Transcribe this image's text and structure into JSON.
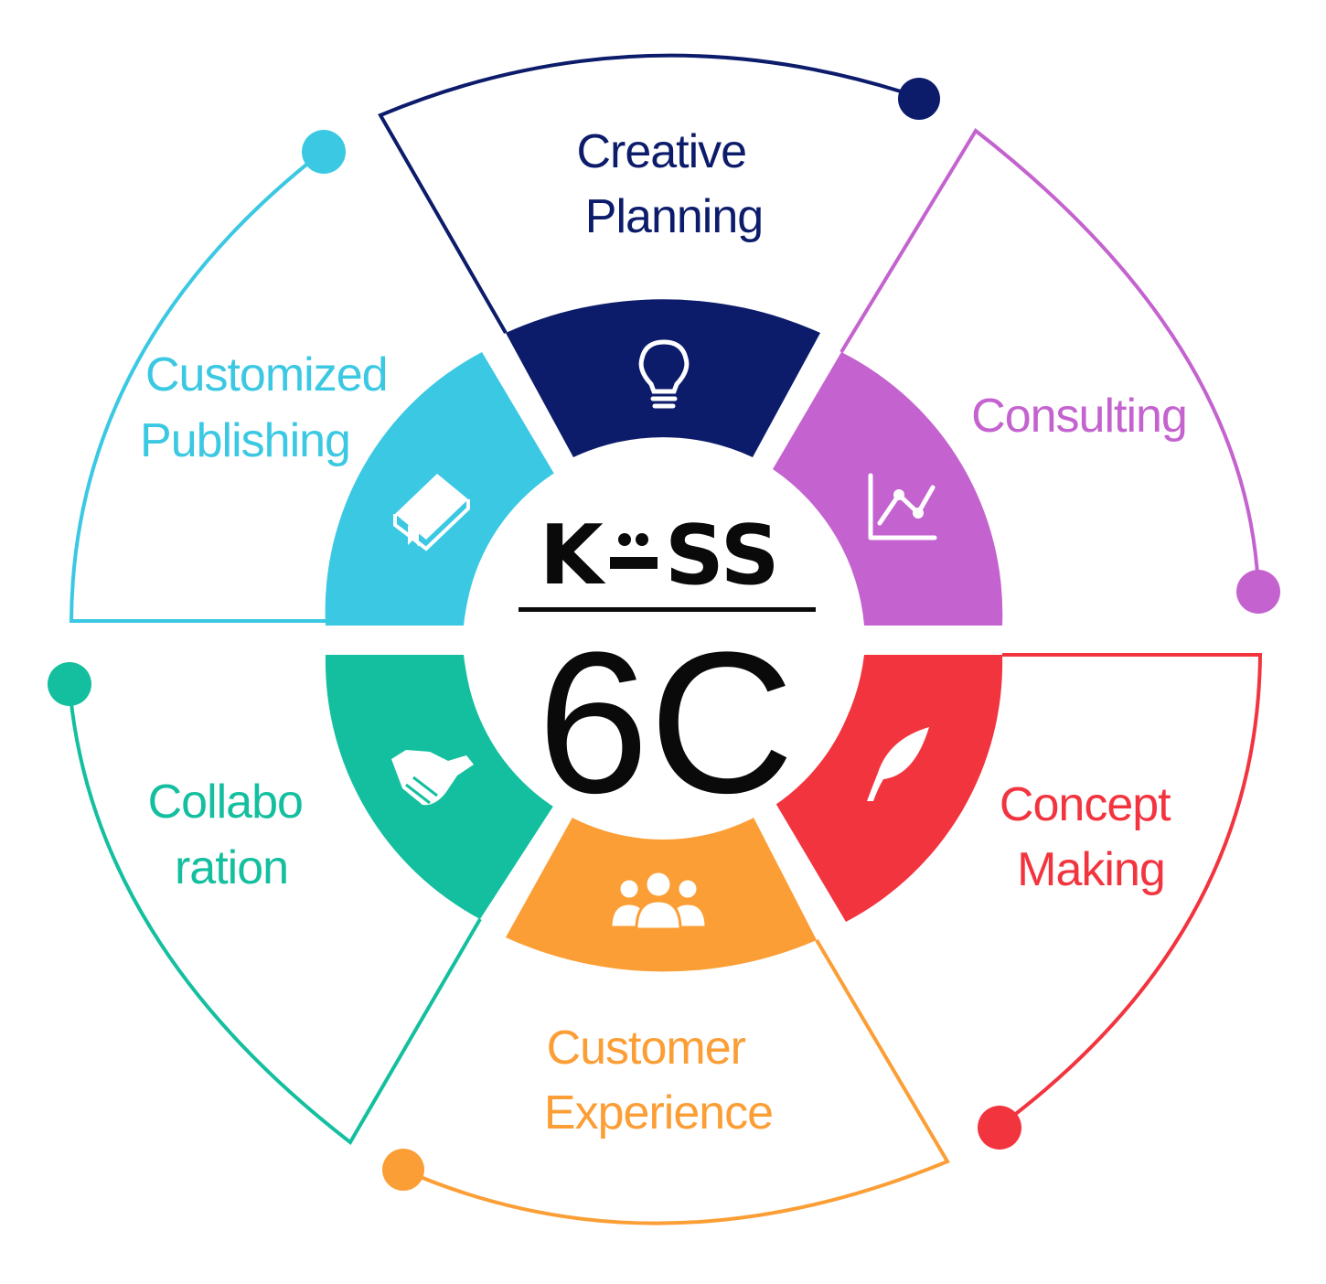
{
  "brand": {
    "word_left": "K",
    "word_right": "SS",
    "model": "6C"
  },
  "colors": {
    "creative_planning": "#0c1c6b",
    "consulting": "#c463cf",
    "concept_making": "#f2343f",
    "customer_experience": "#fb9e35",
    "collaboration": "#14bf9f",
    "customized_publishing": "#3bc8e3",
    "center_text": "#0a0a0a"
  },
  "segments": {
    "creative_planning": {
      "line1": "Creative",
      "line2": "Planning",
      "icon": "lightbulb-icon"
    },
    "consulting": {
      "line1": "Consulting",
      "icon": "line-chart-icon"
    },
    "concept_making": {
      "line1": "Concept",
      "line2": "Making",
      "icon": "feather-icon"
    },
    "customer_experience": {
      "line1": "Customer",
      "line2": "Experience",
      "icon": "people-group-icon"
    },
    "collaboration": {
      "line1": "Collabo",
      "line2": "ration",
      "icon": "handshake-icon"
    },
    "customized_publishing": {
      "line1": "Customized",
      "line2": "Publishing",
      "icon": "book-icon"
    }
  }
}
